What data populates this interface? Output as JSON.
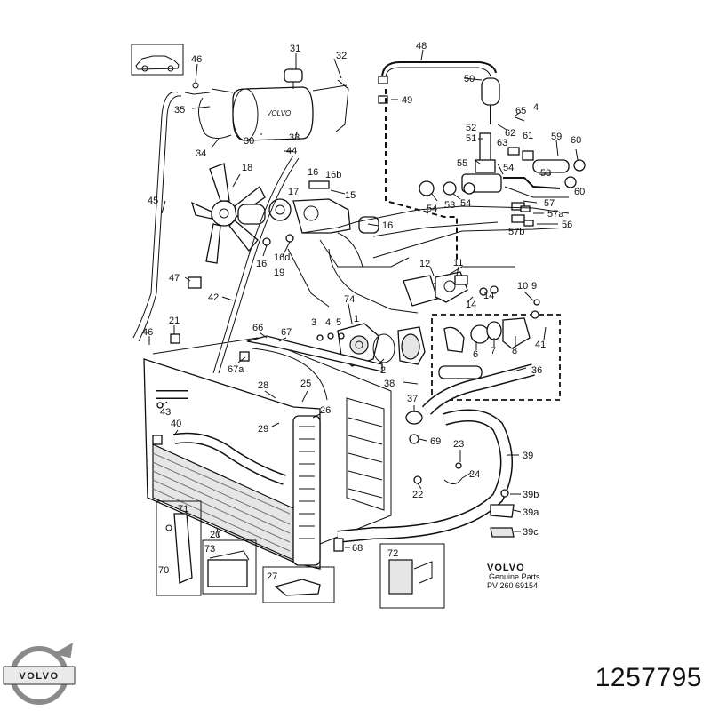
{
  "callouts": {
    "c31": "31",
    "c32": "32",
    "c46a": "46",
    "c35": "35",
    "c30": "30",
    "c33": "33",
    "c44": "44",
    "c34": "34",
    "c48": "48",
    "c50": "50",
    "c49": "49",
    "c65": "65",
    "c4a": "4",
    "c52": "52",
    "c51": "51",
    "c62": "62",
    "c63": "63",
    "c61": "61",
    "c59": "59",
    "c60a": "60",
    "c55": "55",
    "c54a": "54",
    "c58": "58",
    "c60b": "60",
    "c54b": "54",
    "c53": "53",
    "c54c": "54",
    "c57": "57",
    "c57a": "57a",
    "c57b": "57b",
    "c56": "56",
    "c18": "18",
    "c16a": "16",
    "c16b": "16b",
    "c17": "17",
    "c15": "15",
    "c45": "45",
    "c16c": "16",
    "c16d": "16d",
    "c16e": "16",
    "c19": "19",
    "c12": "12",
    "c11": "11",
    "c47": "47",
    "c42": "42",
    "c74": "74",
    "c14a": "14",
    "c14b": "14",
    "c10": "10",
    "c9": "9",
    "c21": "21",
    "c46b": "46",
    "c66": "66",
    "c67": "67",
    "c3": "3",
    "c4b": "4",
    "c5": "5",
    "c1": "1",
    "c8": "8",
    "c41": "41",
    "c7": "7",
    "c6": "6",
    "c67a": "67a",
    "c2": "2",
    "c36": "36",
    "c28": "28",
    "c25": "25",
    "c38": "38",
    "c43": "43",
    "c26": "26",
    "c37": "37",
    "c40": "40",
    "c29": "29",
    "c69": "69",
    "c23": "23",
    "c39": "39",
    "c24": "24",
    "c22": "22",
    "c39b": "39b",
    "c39a": "39a",
    "c71": "71",
    "c20": "20",
    "c39c": "39c",
    "c73": "73",
    "c68": "68",
    "c70": "70",
    "c72": "72",
    "c27": "27"
  },
  "branding": {
    "plate_name": "VOLVO",
    "plate_line1": "Genuine Parts",
    "plate_line2": "PV 260 69154",
    "logo_text": "VOLVO"
  },
  "part_number": "1257795"
}
